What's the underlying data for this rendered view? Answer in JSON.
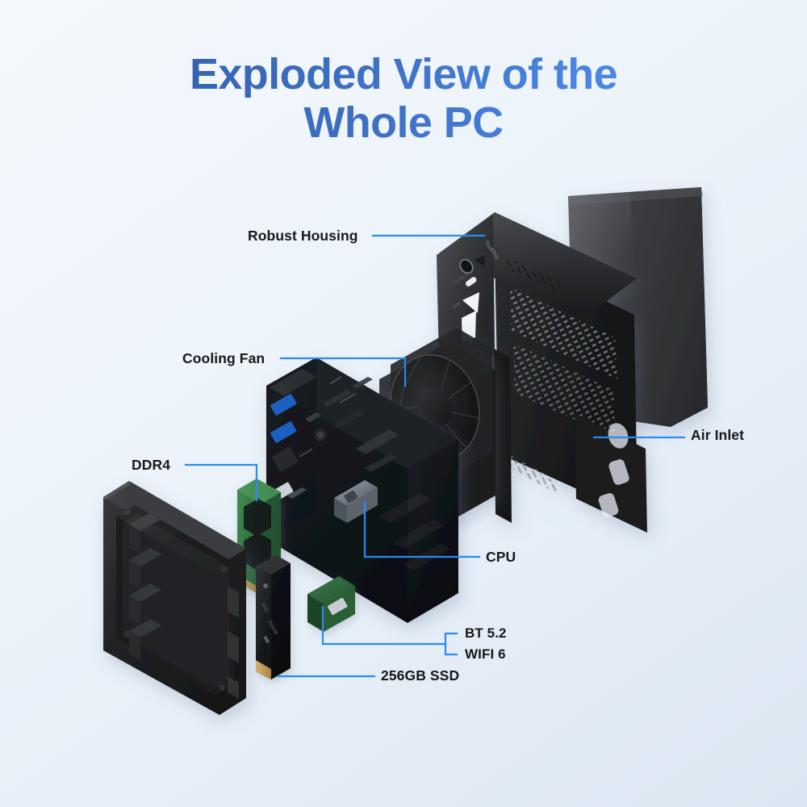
{
  "page": {
    "kind": "product-infographic",
    "subject": "Mini PC exploded view"
  },
  "title": {
    "line1": "Exploded View of the",
    "line2": "Whole PC",
    "gradient_from": "#2d5aa6",
    "gradient_to": "#5190ef"
  },
  "theme": {
    "background_from": "#f4f8fd",
    "background_to": "#dce6f2",
    "leader_line_color": "#2b8bf0",
    "label_color": "#17181a",
    "chassis_color": "#2b2c2e",
    "pcb_color": "#14181c",
    "ram_green": "#2f6b3a",
    "port_blue": "#1f5fbf",
    "gold_contact": "#c8a martial"
  },
  "callouts": [
    {
      "id": "robust-housing",
      "label": "Robust Housing",
      "side": "left",
      "points_to": "chassis-front-panel"
    },
    {
      "id": "cooling-fan",
      "label": "Cooling Fan",
      "side": "left",
      "points_to": "fan-assembly"
    },
    {
      "id": "ddr4",
      "label": "DDR4",
      "side": "left",
      "points_to": "ram-module"
    },
    {
      "id": "air-inlet",
      "label": "Air Inlet",
      "side": "right",
      "points_to": "chassis-vent"
    },
    {
      "id": "cpu",
      "label": "CPU",
      "side": "right",
      "points_to": "cpu-chip"
    },
    {
      "id": "bt",
      "label": "BT 5.2",
      "side": "right",
      "points_to": "wireless-card"
    },
    {
      "id": "wifi",
      "label": "WIFI 6",
      "side": "right",
      "points_to": "wireless-card"
    },
    {
      "id": "ssd",
      "label": "256GB SSD",
      "side": "right",
      "points_to": "ssd-module"
    }
  ],
  "components": [
    {
      "name": "top-cover-panel",
      "description": "detachable textured side cover"
    },
    {
      "name": "chassis-housing",
      "description": "robust metal housing with perforated vents"
    },
    {
      "name": "front-io-panel",
      "description": "audio jack, Type-C, USB ports, power button"
    },
    {
      "name": "fan-assembly",
      "description": "blower fan over finned heatsink"
    },
    {
      "name": "motherboard",
      "description": "mini-ITX board with blue USB ports"
    },
    {
      "name": "cpu-chip",
      "description": "mobile processor die"
    },
    {
      "name": "wireless-card",
      "description": "M.2 WiFi 6 / BT 5.2 module"
    },
    {
      "name": "ram-module",
      "description": "green DDR4 SODIMM"
    },
    {
      "name": "ssd-module",
      "description": "M.2 256GB NVMe SSD"
    },
    {
      "name": "bottom-cover",
      "description": "ribbed bottom cover plate"
    }
  ]
}
